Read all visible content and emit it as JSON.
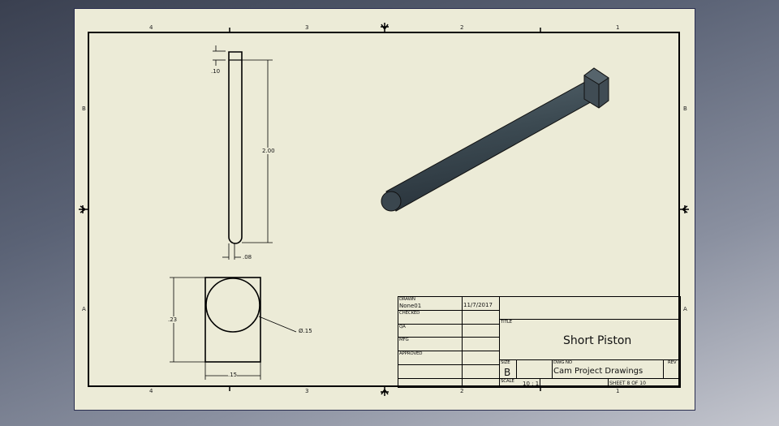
{
  "sheet": {
    "zones_top": [
      "4",
      "3",
      "2",
      "1"
    ],
    "zones_bottom": [
      "4",
      "3",
      "2",
      "1"
    ],
    "zones_left": [
      "B",
      "A"
    ],
    "zones_right": [
      "B",
      "A"
    ]
  },
  "views": {
    "side": {
      "dim_top": ".10",
      "dim_length": "2.00",
      "dim_width": ".08"
    },
    "end": {
      "dim_height": ".23",
      "dim_width": ".15",
      "dim_diameter": "Ø.15"
    },
    "iso": {
      "name": "isometric-piston",
      "color": "#3c4a52"
    }
  },
  "title_block": {
    "drawn_label": "DRAWN",
    "drawn_by": "None01",
    "drawn_date": "11/7/2017",
    "checked_label": "CHECKED",
    "qa_label": "QA",
    "mfg_label": "MFG",
    "approved_label": "APPROVED",
    "title_label": "TITLE",
    "title": "Short Piston",
    "size_label": "SIZE",
    "size": "B",
    "dwg_no_label": "DWG NO",
    "dwg_no": "Cam Project Drawings",
    "rev_label": "REV",
    "scale_label": "SCALE",
    "scale": "10 : 1",
    "sheet_text": "SHEET 8  OF 10"
  }
}
